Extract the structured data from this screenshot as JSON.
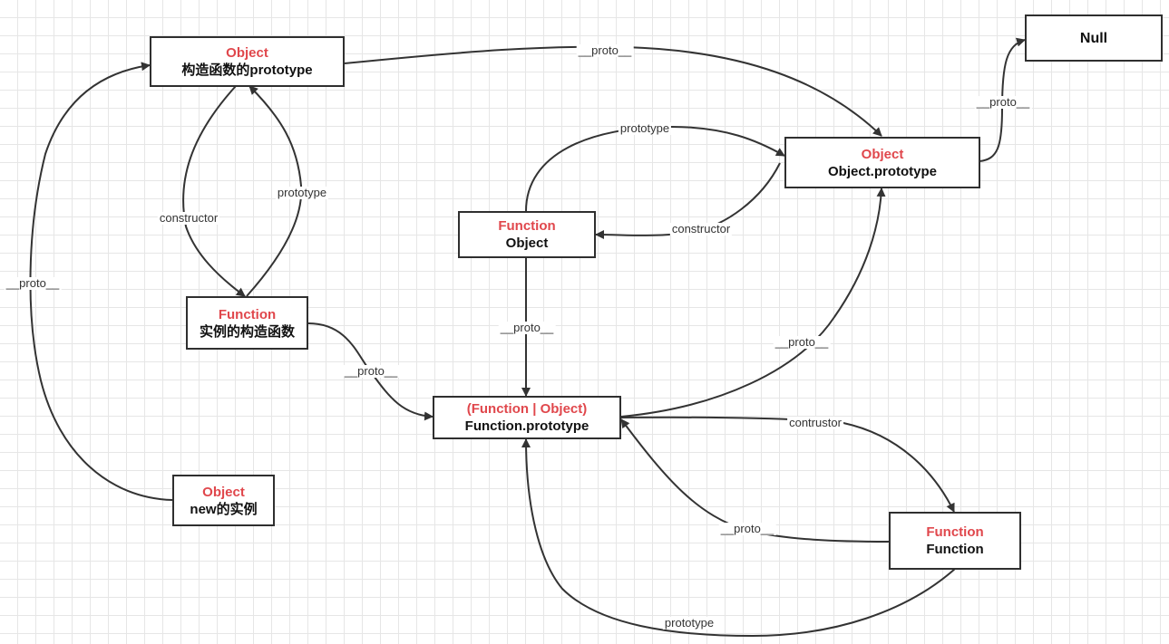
{
  "nodes": {
    "ctor_prototype": {
      "type": "Object",
      "name": "构造函数的prototype"
    },
    "null": {
      "name": "Null"
    },
    "object_prototype": {
      "type": "Object",
      "name": "Object.prototype"
    },
    "function_object": {
      "type": "Function",
      "name": "Object"
    },
    "instance_ctor": {
      "type": "Function",
      "name": "实例的构造函数"
    },
    "function_prototype": {
      "type": "(Function | Object)",
      "name": "Function.prototype"
    },
    "new_instance": {
      "type": "Object",
      "name": "new的实例"
    },
    "function_function": {
      "type": "Function",
      "name": "Function"
    }
  },
  "edges": {
    "ctor_prototype_to_object_prototype": "__proto__",
    "object_prototype_to_null": "__proto__",
    "function_object_to_object_prototype": "prototype",
    "object_prototype_to_function_object": "constructor",
    "ctor_prototype_to_instance_ctor": "constructor",
    "instance_ctor_to_ctor_prototype": "prototype",
    "new_instance_to_ctor_prototype": "__proto__",
    "function_object_to_function_prototype": "__proto__",
    "function_prototype_to_object_prototype": "__proto__",
    "instance_ctor_to_function_prototype": "__proto__",
    "function_prototype_to_function_function": "contrustor",
    "function_function_to_function_prototype_proto": "__proto__",
    "function_function_to_function_prototype_prototype": "prototype"
  },
  "colors": {
    "type_text": "#e0474c",
    "name_text": "#111111",
    "edge": "#333333",
    "grid": "#e6e6e6"
  }
}
